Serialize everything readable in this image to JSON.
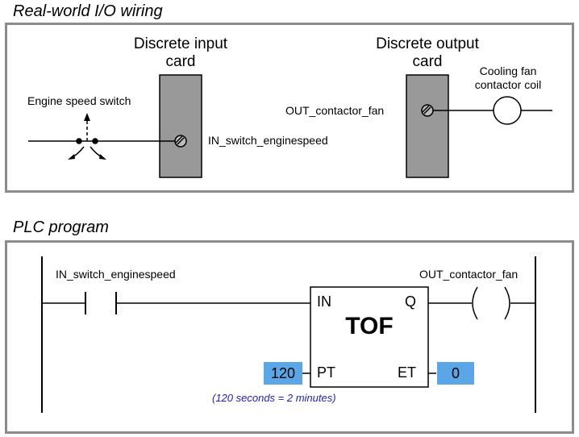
{
  "io_section": {
    "heading": "Real-world I/O wiring",
    "input_card_title_line1": "Discrete input",
    "input_card_title_line2": "card",
    "output_card_title_line1": "Discrete output",
    "output_card_title_line2": "card",
    "switch_label": "Engine speed switch",
    "input_terminal_label": "IN_switch_enginespeed",
    "output_terminal_label": "OUT_contactor_fan",
    "coil_label_line1": "Cooling fan",
    "coil_label_line2": "contactor coil"
  },
  "plc_section": {
    "heading": "PLC program",
    "contact_label": "IN_switch_enginespeed",
    "coil_label": "OUT_contactor_fan",
    "timer": {
      "name": "TOF",
      "in_label": "IN",
      "q_label": "Q",
      "pt_label": "PT",
      "et_label": "ET",
      "preset_value": "120",
      "elapsed_value": "0",
      "note": "(120 seconds = 2 minutes)"
    }
  },
  "colors": {
    "frame": "#8c8c8c",
    "card_fill": "#999999",
    "value_box": "#5aa6e6",
    "note_text": "#2020c0"
  }
}
